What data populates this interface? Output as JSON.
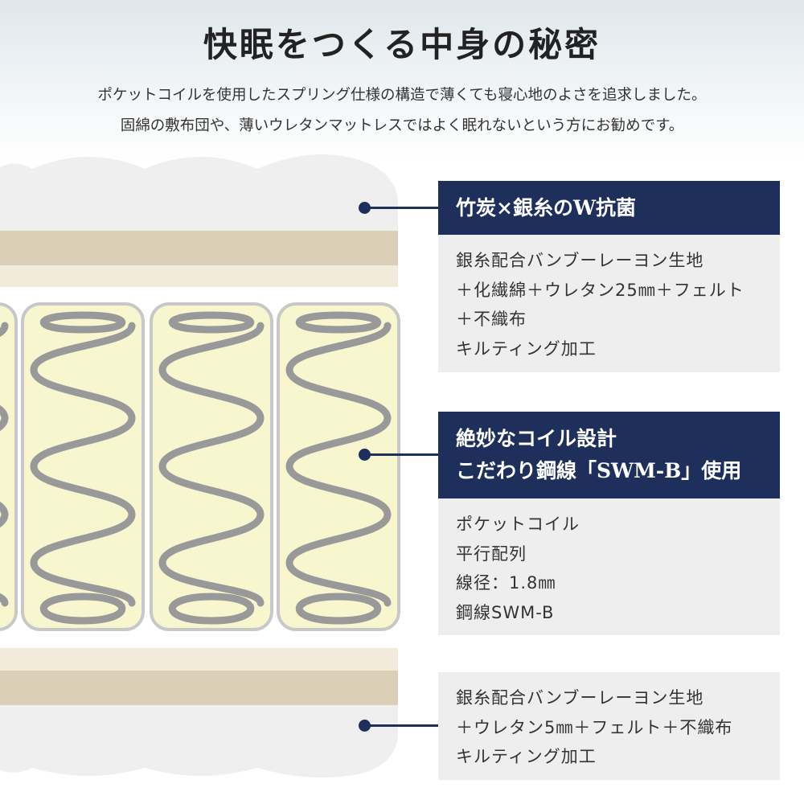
{
  "header": {
    "title": "快眠をつくる中身の秘密",
    "subtitle_lines": [
      "ポケットコイルを使用したスプリング仕様の構造で薄くても寝心地のよさを追求しました。",
      "固綿の敷布団や、薄いウレタンマットレスではよく眠れないという方にお勧めです。"
    ]
  },
  "callouts": [
    {
      "title_lines": [
        "竹炭×銀糸のW抗菌"
      ],
      "body_lines": [
        "銀糸配合バンブーレーヨン生地",
        "＋化繊綿＋ウレタン25㎜＋フェルト",
        "＋不織布",
        "キルティング加工"
      ]
    },
    {
      "title_lines": [
        "絶妙なコイル設計",
        "こだわり鋼線「SWM-B」使用"
      ],
      "body_lines": [
        "ポケットコイル",
        "平行配列",
        "線径：1.8㎜",
        "鋼線SWM-B"
      ]
    },
    {
      "title_lines": [],
      "body_lines": [
        "銀糸配合バンブーレーヨン生地",
        "＋ウレタン5㎜＋フェルト＋不織布",
        "キルティング加工"
      ]
    }
  ],
  "colors": {
    "navy": "#1d2f5a",
    "panel": "#eeeeee",
    "tan": "#dccfb8",
    "cream": "#f2ebdc",
    "pocket": "#f7f6cf",
    "coil": "#999999"
  }
}
